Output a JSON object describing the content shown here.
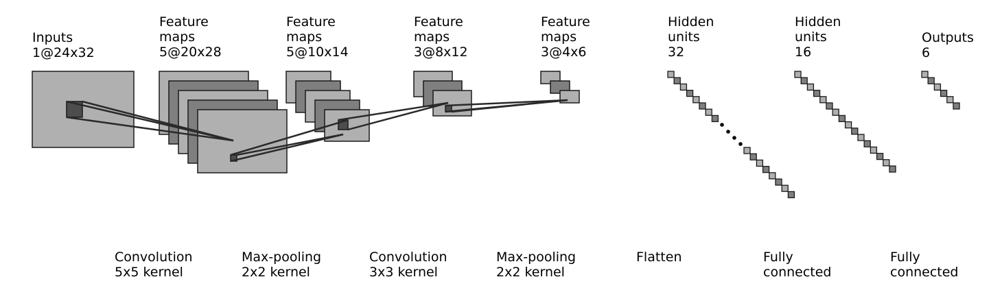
{
  "layers": [
    {
      "name_lines": [
        "Inputs",
        "1@24x32"
      ]
    },
    {
      "name_lines": [
        "Feature",
        "maps",
        "5@20x28"
      ]
    },
    {
      "name_lines": [
        "Feature",
        "maps",
        "5@10x14"
      ]
    },
    {
      "name_lines": [
        "Feature",
        "maps",
        "3@8x12"
      ]
    },
    {
      "name_lines": [
        "Feature",
        "maps",
        "3@4x6"
      ]
    },
    {
      "name_lines": [
        "Hidden",
        "units",
        "32"
      ]
    },
    {
      "name_lines": [
        "Hidden",
        "units",
        "16"
      ]
    },
    {
      "name_lines": [
        "Outputs",
        "6"
      ]
    }
  ],
  "operations": [
    {
      "lines": [
        "Convolution",
        "5x5 kernel"
      ]
    },
    {
      "lines": [
        "Max-pooling",
        "2x2 kernel"
      ]
    },
    {
      "lines": [
        "Convolution",
        "3x3 kernel"
      ]
    },
    {
      "lines": [
        "Max-pooling",
        "2x2 kernel"
      ]
    },
    {
      "lines": [
        "Flatten"
      ]
    },
    {
      "lines": [
        "Fully",
        "connected"
      ]
    },
    {
      "lines": [
        "Fully",
        "connected"
      ]
    }
  ],
  "colors": {
    "light_fill": "#b0b0b0",
    "dark_fill": "#7f7f7f",
    "kernel_fill": "#4d4d4d",
    "edge": "#1a1a1a",
    "connector": "#2a2a2a",
    "text": "#000000"
  }
}
